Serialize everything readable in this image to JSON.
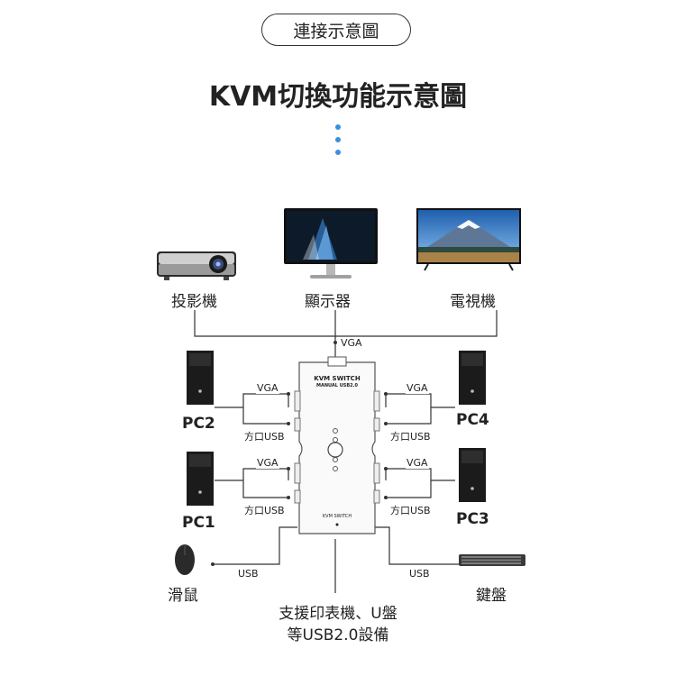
{
  "header": {
    "pill_text": "連接示意圖",
    "title": "KVM切換功能示意圖"
  },
  "devices": {
    "projector": "投影機",
    "monitor": "顯示器",
    "tv": "電視機"
  },
  "switch": {
    "model": "KVM SWITCH",
    "sub": "MANUAL USB2.0",
    "bottom": "KVM SWITCH"
  },
  "ports": {
    "vga_top": "VGA",
    "pc2_vga": "VGA",
    "pc2_usb": "方口USB",
    "pc1_vga": "VGA",
    "pc1_usb": "方口USB",
    "pc4_vga": "VGA",
    "pc4_usb": "方口USB",
    "pc3_vga": "VGA",
    "pc3_usb": "方口USB",
    "mouse_usb": "USB",
    "kb_usb": "USB"
  },
  "pcs": {
    "pc1": "PC1",
    "pc2": "PC2",
    "pc3": "PC3",
    "pc4": "PC4"
  },
  "peripherals": {
    "mouse": "滑鼠",
    "keyboard": "鍵盤"
  },
  "footer": {
    "line1": "支援印表機、U盤",
    "line2": "等USB2.0設備"
  },
  "colors": {
    "accent": "#3a8fe0",
    "line": "#333333"
  }
}
